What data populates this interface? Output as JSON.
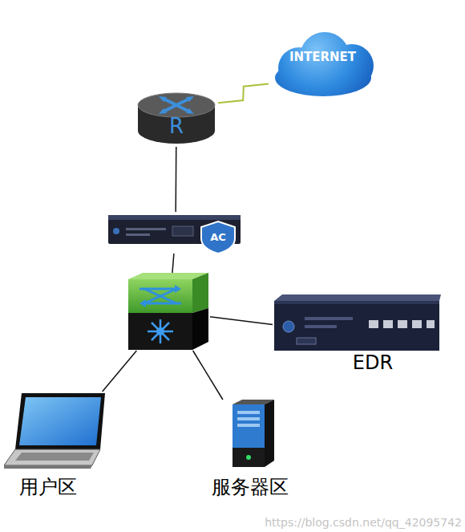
{
  "diagram": {
    "nodes": [
      {
        "text": [
          "INTERNET"
        ]
      },
      {
        "text": [
          "R"
        ]
      },
      {
        "text": [
          "AC"
        ]
      },
      {
        "text": []
      },
      {
        "text": [
          "EDR"
        ]
      },
      {
        "text": [
          "用户区"
        ]
      },
      {
        "text": [
          "服务器区"
        ]
      }
    ],
    "edges": [
      {
        "from": 0,
        "to": 1,
        "arrow": "none"
      },
      {
        "from": 1,
        "to": 2,
        "arrow": "none"
      },
      {
        "from": 2,
        "to": 3,
        "arrow": "none"
      },
      {
        "from": 3,
        "to": 4,
        "arrow": "none"
      },
      {
        "from": 3,
        "to": 5,
        "arrow": "none"
      },
      {
        "from": 3,
        "to": 6,
        "arrow": "none"
      }
    ],
    "labels": [
      "https://blog.csdn.net/qq_42095742"
    ]
  }
}
